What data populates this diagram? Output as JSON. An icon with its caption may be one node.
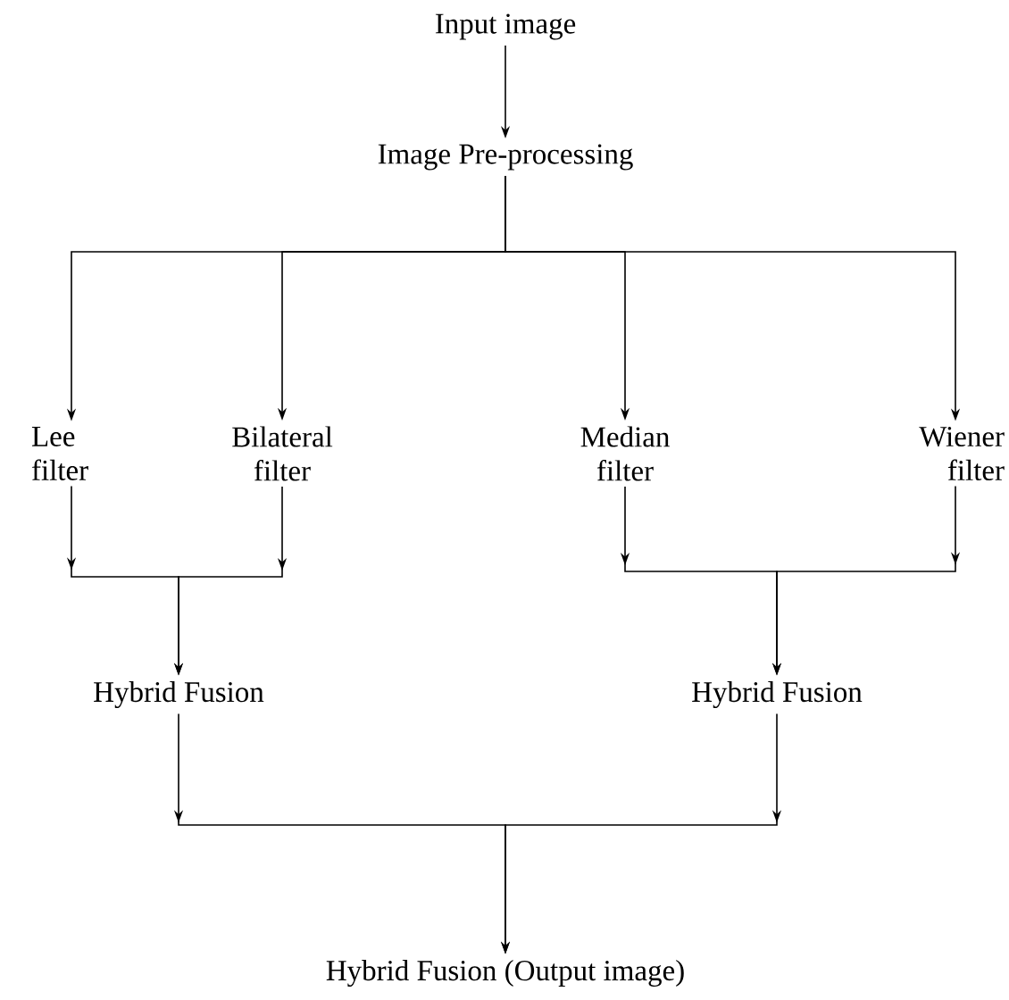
{
  "diagram": {
    "nodes": [
      {
        "text": [
          "Input image"
        ]
      },
      {
        "text": [
          "Image Pre-processing"
        ]
      },
      {
        "text": [
          "Lee filter"
        ]
      },
      {
        "text": [
          "Bilateral filter"
        ]
      },
      {
        "text": [
          "Median filter"
        ]
      },
      {
        "text": [
          "Wiener filter"
        ]
      },
      {
        "text": [
          "Hybrid Fusion"
        ]
      },
      {
        "text": [
          "Hybrid Fusion"
        ]
      },
      {
        "text": [
          "Hybrid Fusion (Output image)"
        ]
      }
    ],
    "edges": [
      {
        "from": 0,
        "to": 1,
        "arrow": "to"
      },
      {
        "from": 1,
        "to": 2,
        "arrow": "to"
      },
      {
        "from": 1,
        "to": 3,
        "arrow": "to"
      },
      {
        "from": 1,
        "to": 4,
        "arrow": "to"
      },
      {
        "from": 1,
        "to": 5,
        "arrow": "to"
      },
      {
        "from": 2,
        "to": 6,
        "arrow": "to"
      },
      {
        "from": 3,
        "to": 6,
        "arrow": "to"
      },
      {
        "from": 4,
        "to": 7,
        "arrow": "to"
      },
      {
        "from": 5,
        "to": 7,
        "arrow": "to"
      },
      {
        "from": 6,
        "to": 8,
        "arrow": "to"
      },
      {
        "from": 7,
        "to": 8,
        "arrow": "to"
      }
    ]
  }
}
